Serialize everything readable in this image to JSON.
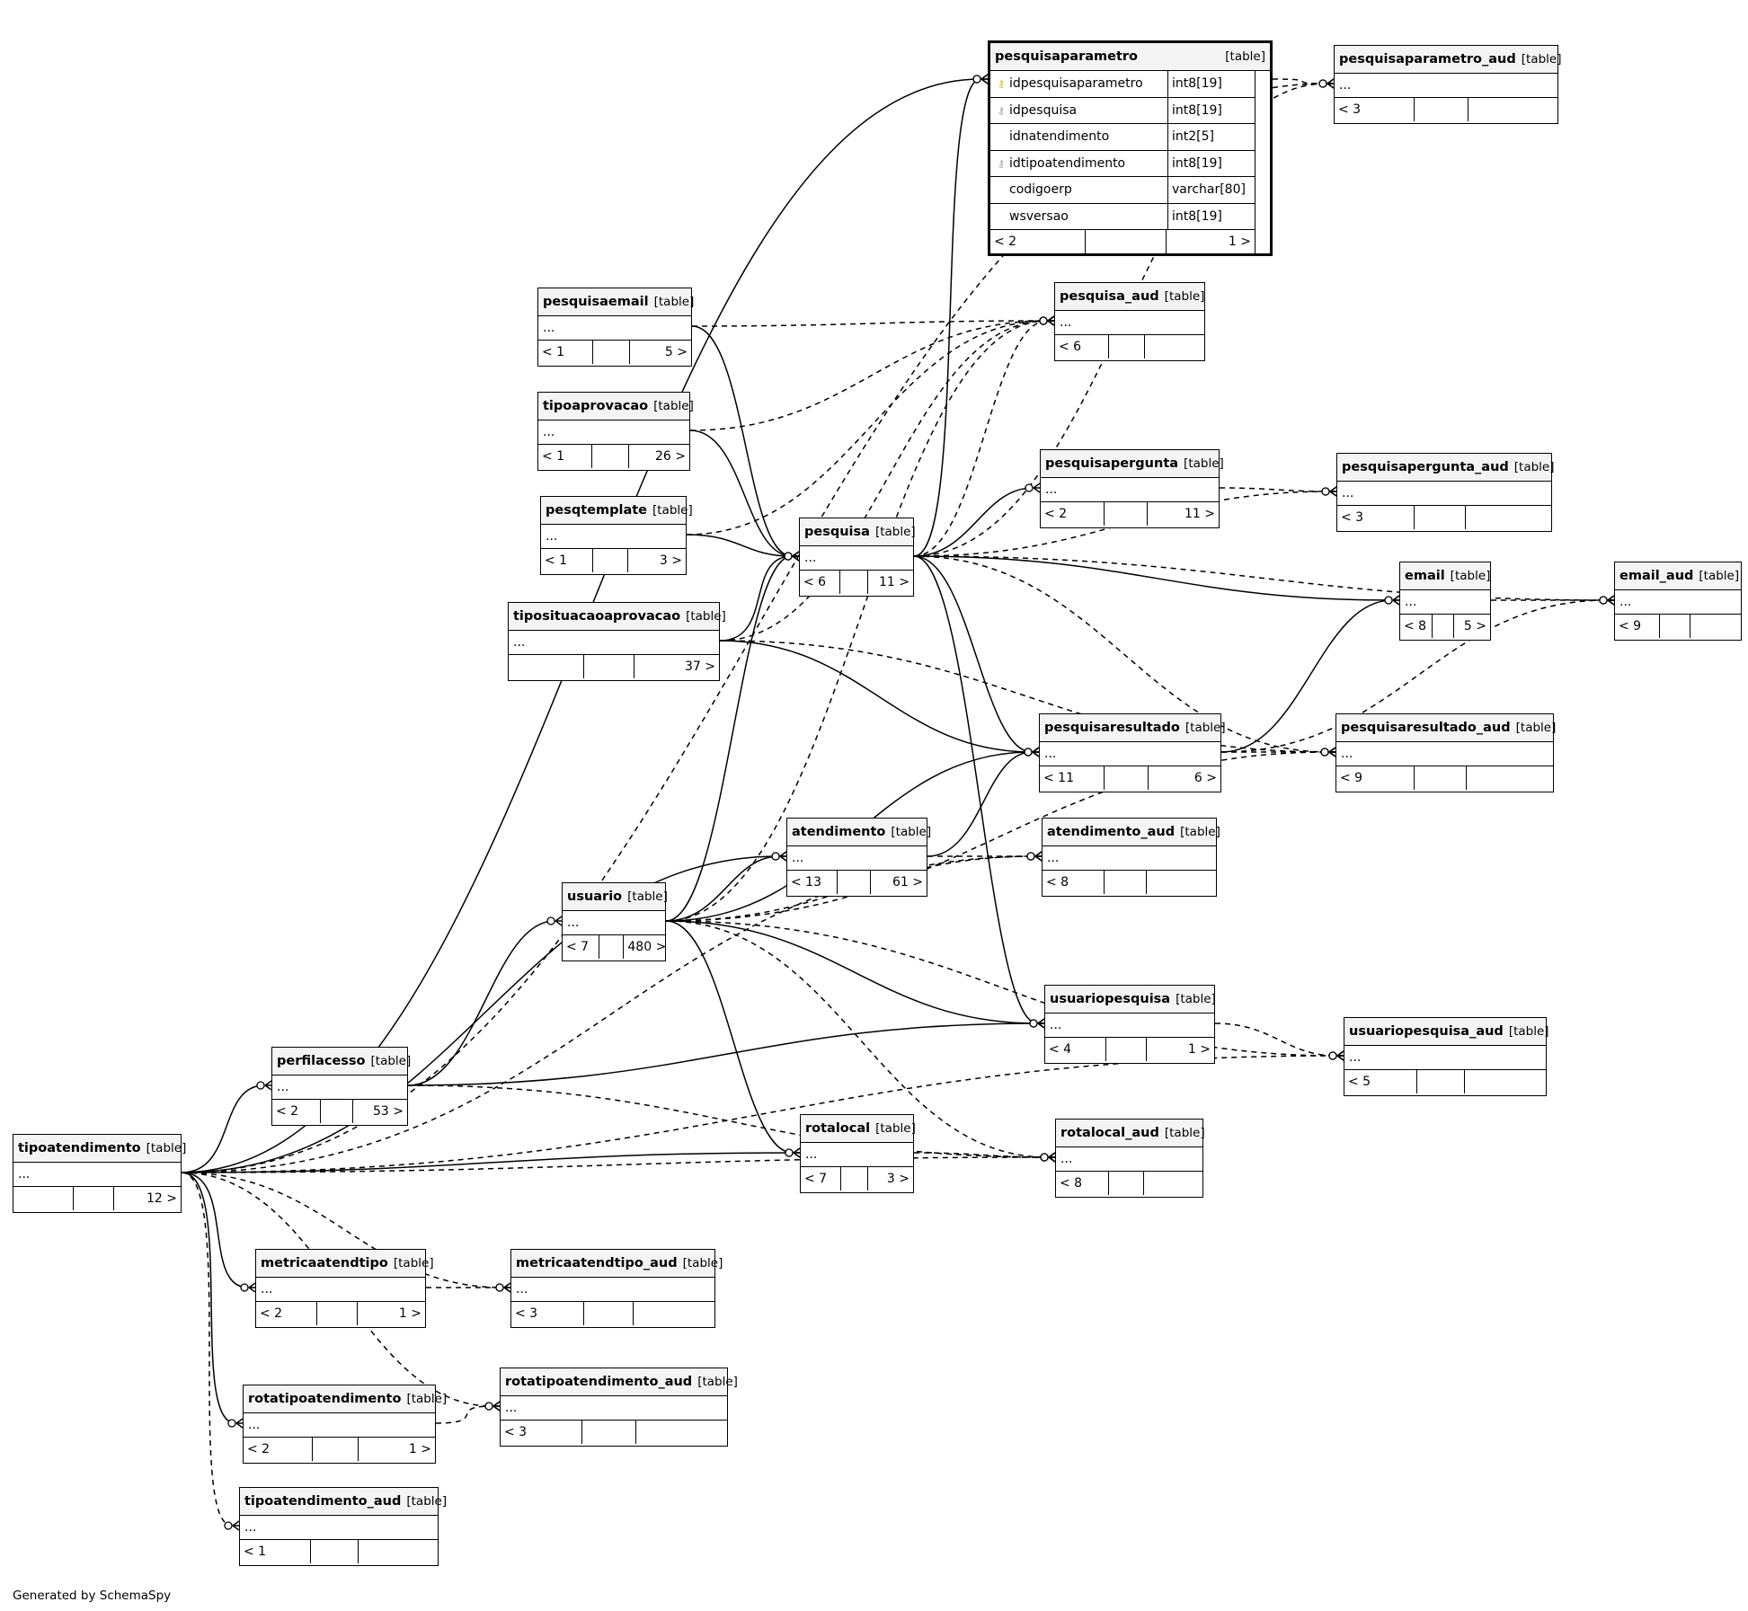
{
  "footer_text": "Generated by SchemaSpy",
  "type_label": "[table]",
  "ellipsis": "...",
  "focus_table": {
    "name": "pesquisaparametro",
    "type": "[table]",
    "columns": [
      {
        "name": "idpesquisaparametro",
        "type": "int8[19]",
        "key": "pk"
      },
      {
        "name": "idpesquisa",
        "type": "int8[19]",
        "key": "fk"
      },
      {
        "name": "idnatendimento",
        "type": "int2[5]",
        "key": "none"
      },
      {
        "name": "idtipoatendimento",
        "type": "int8[19]",
        "key": "fk"
      },
      {
        "name": "codigoerp",
        "type": "varchar[80]",
        "key": "none"
      },
      {
        "name": "wsversao",
        "type": "int8[19]",
        "key": "none"
      }
    ],
    "footer": [
      "< 2",
      "",
      "1 >"
    ]
  },
  "tables": [
    {
      "id": "pesquisaparametro_aud",
      "name": "pesquisaparametro_aud",
      "footer": [
        "< 3",
        "",
        ""
      ]
    },
    {
      "id": "pesquisaemail",
      "name": "pesquisaemail",
      "footer": [
        "< 1",
        "",
        "5 >"
      ]
    },
    {
      "id": "pesquisa_aud",
      "name": "pesquisa_aud",
      "footer": [
        "< 6",
        "",
        ""
      ]
    },
    {
      "id": "tipoaprovacao",
      "name": "tipoaprovacao",
      "footer": [
        "< 1",
        "",
        "26 >"
      ]
    },
    {
      "id": "pesquisapergunta",
      "name": "pesquisapergunta",
      "footer": [
        "< 2",
        "",
        "11 >"
      ]
    },
    {
      "id": "pesquisapergunta_aud",
      "name": "pesquisapergunta_aud",
      "footer": [
        "< 3",
        "",
        ""
      ]
    },
    {
      "id": "pesqtemplate",
      "name": "pesqtemplate",
      "footer": [
        "< 1",
        "",
        "3 >"
      ]
    },
    {
      "id": "pesquisa",
      "name": "pesquisa",
      "footer": [
        "< 6",
        "",
        "11 >"
      ]
    },
    {
      "id": "email",
      "name": "email",
      "footer": [
        "< 8",
        "",
        "5 >"
      ]
    },
    {
      "id": "email_aud",
      "name": "email_aud",
      "footer": [
        "< 9",
        "",
        ""
      ]
    },
    {
      "id": "tiposituacaoaprovacao",
      "name": "tiposituacaoaprovacao",
      "footer": [
        "",
        "",
        "37 >"
      ]
    },
    {
      "id": "pesquisaresultado",
      "name": "pesquisaresultado",
      "footer": [
        "< 11",
        "",
        "6 >"
      ]
    },
    {
      "id": "pesquisaresultado_aud",
      "name": "pesquisaresultado_aud",
      "footer": [
        "< 9",
        "",
        ""
      ]
    },
    {
      "id": "atendimento",
      "name": "atendimento",
      "footer": [
        "< 13",
        "",
        "61 >"
      ]
    },
    {
      "id": "atendimento_aud",
      "name": "atendimento_aud",
      "footer": [
        "< 8",
        "",
        ""
      ]
    },
    {
      "id": "usuario",
      "name": "usuario",
      "footer": [
        "< 7",
        "",
        "480 >"
      ]
    },
    {
      "id": "usuariopesquisa",
      "name": "usuariopesquisa",
      "footer": [
        "< 4",
        "",
        "1 >"
      ]
    },
    {
      "id": "usuariopesquisa_aud",
      "name": "usuariopesquisa_aud",
      "footer": [
        "< 5",
        "",
        ""
      ]
    },
    {
      "id": "perfilacesso",
      "name": "perfilacesso",
      "footer": [
        "< 2",
        "",
        "53 >"
      ]
    },
    {
      "id": "tipoatendimento",
      "name": "tipoatendimento",
      "footer": [
        "",
        "",
        "12 >"
      ]
    },
    {
      "id": "rotalocal",
      "name": "rotalocal",
      "footer": [
        "< 7",
        "",
        "3 >"
      ]
    },
    {
      "id": "rotalocal_aud",
      "name": "rotalocal_aud",
      "footer": [
        "< 8",
        "",
        ""
      ]
    },
    {
      "id": "metricaatendtipo",
      "name": "metricaatendtipo",
      "footer": [
        "< 2",
        "",
        "1 >"
      ]
    },
    {
      "id": "metricaatendtipo_aud",
      "name": "metricaatendtipo_aud",
      "footer": [
        "< 3",
        "",
        ""
      ]
    },
    {
      "id": "rotatipoatendimento",
      "name": "rotatipoatendimento",
      "footer": [
        "< 2",
        "",
        "1 >"
      ]
    },
    {
      "id": "rotatipoatendimento_aud",
      "name": "rotatipoatendimento_aud",
      "footer": [
        "< 3",
        "",
        ""
      ]
    },
    {
      "id": "tipoatendimento_aud",
      "name": "tipoatendimento_aud",
      "footer": [
        "< 1",
        "",
        ""
      ]
    }
  ],
  "relationships": [
    {
      "from": "pesquisa",
      "to": "pesquisaparametro",
      "style": "solid"
    },
    {
      "from": "tipoatendimento",
      "to": "pesquisaparametro",
      "style": "solid"
    },
    {
      "from": "pesquisaparametro",
      "to": "pesquisaparametro_aud",
      "style": "dashed"
    },
    {
      "from": "tipoatendimento",
      "to": "pesquisaparametro_aud",
      "style": "dashed"
    },
    {
      "from": "pesquisa",
      "to": "pesquisaparametro_aud",
      "style": "dashed"
    },
    {
      "from": "pesquisaemail",
      "to": "pesquisa",
      "style": "solid"
    },
    {
      "from": "tipoaprovacao",
      "to": "pesquisa",
      "style": "solid"
    },
    {
      "from": "pesqtemplate",
      "to": "pesquisa",
      "style": "solid"
    },
    {
      "from": "tiposituacaoaprovacao",
      "to": "pesquisa",
      "style": "solid"
    },
    {
      "from": "usuario",
      "to": "pesquisa",
      "style": "solid"
    },
    {
      "from": "pesquisaemail",
      "to": "pesquisa_aud",
      "style": "dashed"
    },
    {
      "from": "tipoaprovacao",
      "to": "pesquisa_aud",
      "style": "dashed"
    },
    {
      "from": "pesqtemplate",
      "to": "pesquisa_aud",
      "style": "dashed"
    },
    {
      "from": "tiposituacaoaprovacao",
      "to": "pesquisa_aud",
      "style": "dashed"
    },
    {
      "from": "usuario",
      "to": "pesquisa_aud",
      "style": "dashed"
    },
    {
      "from": "pesquisa",
      "to": "pesquisa_aud",
      "style": "dashed"
    },
    {
      "from": "pesquisa",
      "to": "pesquisapergunta",
      "style": "solid"
    },
    {
      "from": "pesquisapergunta",
      "to": "pesquisapergunta_aud",
      "style": "dashed"
    },
    {
      "from": "pesquisa",
      "to": "pesquisapergunta_aud",
      "style": "dashed"
    },
    {
      "from": "pesquisa",
      "to": "email",
      "style": "solid"
    },
    {
      "from": "pesquisaresultado",
      "to": "email",
      "style": "solid"
    },
    {
      "from": "email",
      "to": "email_aud",
      "style": "dashed"
    },
    {
      "from": "pesquisa",
      "to": "email_aud",
      "style": "dashed"
    },
    {
      "from": "pesquisaresultado",
      "to": "email_aud",
      "style": "dashed"
    },
    {
      "from": "pesquisa",
      "to": "pesquisaresultado",
      "style": "solid"
    },
    {
      "from": "tiposituacaoaprovacao",
      "to": "pesquisaresultado",
      "style": "solid"
    },
    {
      "from": "usuario",
      "to": "pesquisaresultado",
      "style": "solid"
    },
    {
      "from": "atendimento",
      "to": "pesquisaresultado",
      "style": "solid"
    },
    {
      "from": "pesquisaresultado",
      "to": "pesquisaresultado_aud",
      "style": "dashed"
    },
    {
      "from": "pesquisa",
      "to": "pesquisaresultado_aud",
      "style": "dashed"
    },
    {
      "from": "tiposituacaoaprovacao",
      "to": "pesquisaresultado_aud",
      "style": "dashed"
    },
    {
      "from": "usuario",
      "to": "pesquisaresultado_aud",
      "style": "dashed"
    },
    {
      "from": "usuario",
      "to": "atendimento",
      "style": "solid"
    },
    {
      "from": "tipoatendimento",
      "to": "atendimento",
      "style": "solid"
    },
    {
      "from": "atendimento",
      "to": "atendimento_aud",
      "style": "dashed"
    },
    {
      "from": "usuario",
      "to": "atendimento_aud",
      "style": "dashed"
    },
    {
      "from": "tipoatendimento",
      "to": "atendimento_aud",
      "style": "dashed"
    },
    {
      "from": "perfilacesso",
      "to": "usuario",
      "style": "solid"
    },
    {
      "from": "pesquisa",
      "to": "usuariopesquisa",
      "style": "solid"
    },
    {
      "from": "usuario",
      "to": "usuariopesquisa",
      "style": "solid"
    },
    {
      "from": "perfilacesso",
      "to": "usuariopesquisa",
      "style": "solid"
    },
    {
      "from": "usuariopesquisa",
      "to": "usuariopesquisa_aud",
      "style": "dashed"
    },
    {
      "from": "usuario",
      "to": "usuariopesquisa_aud",
      "style": "dashed"
    },
    {
      "from": "tipoatendimento",
      "to": "perfilacesso",
      "style": "solid"
    },
    {
      "from": "usuario",
      "to": "rotalocal",
      "style": "solid"
    },
    {
      "from": "tipoatendimento",
      "to": "rotalocal",
      "style": "solid"
    },
    {
      "from": "rotalocal",
      "to": "rotalocal_aud",
      "style": "dashed"
    },
    {
      "from": "usuario",
      "to": "rotalocal_aud",
      "style": "dashed"
    },
    {
      "from": "tipoatendimento",
      "to": "rotalocal_aud",
      "style": "dashed"
    },
    {
      "from": "perfilacesso",
      "to": "rotalocal_aud",
      "style": "dashed"
    },
    {
      "from": "tipoatendimento",
      "to": "metricaatendtipo",
      "style": "solid"
    },
    {
      "from": "metricaatendtipo",
      "to": "metricaatendtipo_aud",
      "style": "dashed"
    },
    {
      "from": "tipoatendimento",
      "to": "metricaatendtipo_aud",
      "style": "dashed"
    },
    {
      "from": "tipoatendimento",
      "to": "rotatipoatendimento",
      "style": "solid"
    },
    {
      "from": "rotatipoatendimento",
      "to": "rotatipoatendimento_aud",
      "style": "dashed"
    },
    {
      "from": "tipoatendimento",
      "to": "rotatipoatendimento_aud",
      "style": "dashed"
    },
    {
      "from": "tipoatendimento",
      "to": "tipoatendimento_aud",
      "style": "dashed"
    },
    {
      "from": "tipoatendimento",
      "to": "usuariopesquisa_aud",
      "style": "dashed"
    }
  ]
}
